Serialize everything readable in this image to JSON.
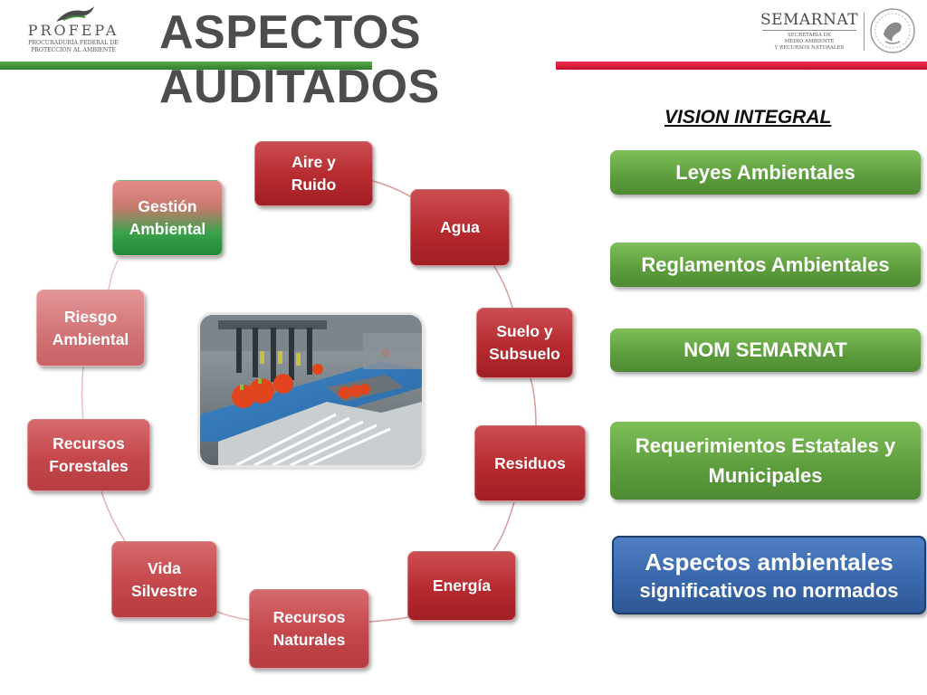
{
  "header": {
    "title": "ASPECTOS AUDITADOS",
    "left_logo": {
      "name": "PROFEPA",
      "subtitle_line1": "PROCURADURÍA FEDERAL DE",
      "subtitle_line2": "PROTECCIÓN AL AMBIENTE"
    },
    "right_logo": {
      "name": "SEMARNAT",
      "subtitle_line1": "SECRETARÍA DE",
      "subtitle_line2": "MEDIO AMBIENTE",
      "subtitle_line3": "Y RECURSOS NATURALES",
      "seal_icon": "mexican-coat-of-arms-icon"
    },
    "colors": {
      "green_bar": "#3b8e35",
      "red_bar": "#d81b3c"
    }
  },
  "cycle": {
    "nodes": [
      {
        "key": "aire",
        "line1": "Aire y",
        "line2": "Ruido"
      },
      {
        "key": "agua",
        "line1": "Agua"
      },
      {
        "key": "suelo",
        "line1": "Suelo y",
        "line2": "Subsuelo"
      },
      {
        "key": "residuos",
        "line1": "Residuos"
      },
      {
        "key": "energia",
        "line1": "Energía"
      },
      {
        "key": "recursos_naturales",
        "line1": "Recursos",
        "line2": "Naturales"
      },
      {
        "key": "vida",
        "line1": "Vida",
        "line2": "Silvestre"
      },
      {
        "key": "recursos_forestales",
        "line1": "Recursos",
        "line2": "Forestales"
      },
      {
        "key": "riesgo",
        "line1": "Riesgo",
        "line2": "Ambiental"
      },
      {
        "key": "gestion",
        "line1": "Gestión",
        "line2": "Ambiental"
      }
    ],
    "center_image": "tomato-conveyor-factory-photo"
  },
  "vision": {
    "heading": "VISION  INTEGRAL",
    "items": [
      "Leyes Ambientales",
      "Reglamentos Ambientales",
      "NOM  SEMARNAT",
      "Requerimientos Estatales y Municipales"
    ],
    "highlight": {
      "line1": "Aspectos ambientales",
      "line2": "significativos no normados"
    },
    "colors": {
      "green": "#5f9f3f",
      "blue": "#3a68ad"
    }
  }
}
